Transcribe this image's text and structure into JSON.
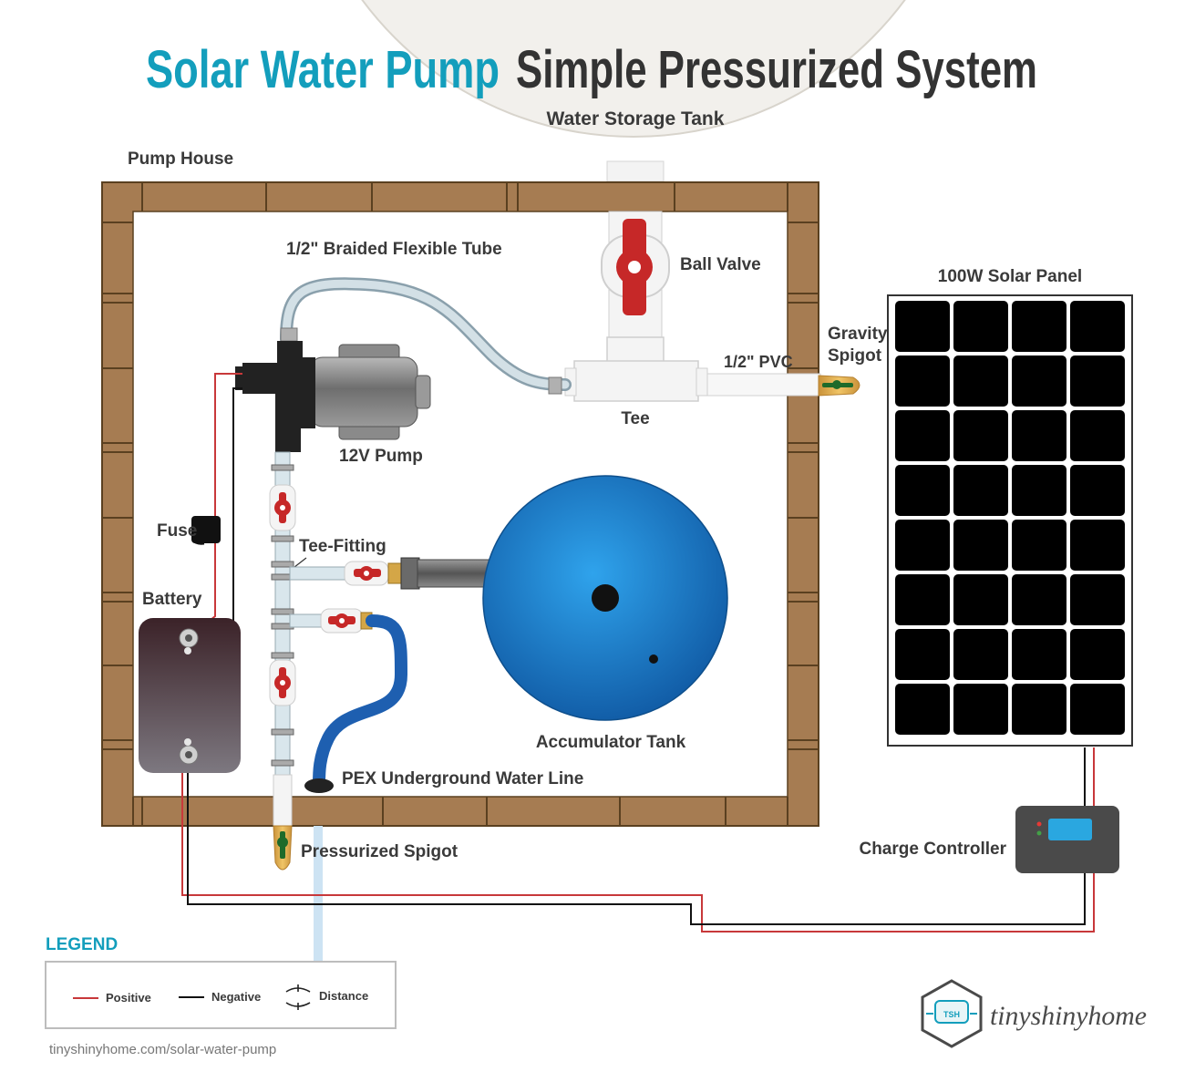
{
  "title": {
    "part1": "Solar Water Pump",
    "part2": "Simple Pressurized System",
    "color1": "#139ebc",
    "color2": "#333333"
  },
  "labels": {
    "water_storage_tank": "Water Storage Tank",
    "pump_house": "Pump House",
    "braided_tube": "1/2\" Braided Flexible Tube",
    "ball_valve": "Ball Valve",
    "solar_panel": "100W Solar Panel",
    "gravity_spigot_line1": "Gravity",
    "gravity_spigot_line2": "Spigot",
    "pvc": "1/2\" PVC",
    "tee": "Tee",
    "pump": "12V Pump",
    "fuse": "Fuse",
    "tee_fitting": "Tee-Fitting",
    "battery": "Battery",
    "accumulator_tank": "Accumulator Tank",
    "pex_line": "PEX Underground Water Line",
    "pressurized_spigot": "Pressurized Spigot",
    "charge_controller": "Charge Controller"
  },
  "legend": {
    "title": "LEGEND",
    "positive": "Positive",
    "negative": "Negative",
    "distance": "Distance",
    "positive_color": "#c8383a",
    "negative_color": "#111111"
  },
  "footer": {
    "url": "tinyshinyhome.com/solar-water-pump",
    "brand": "tinyshinyhome",
    "badge": "TSH"
  },
  "colors": {
    "wood": "#a67c52",
    "wood_dark": "#5a4020",
    "accumulator": "#1976c9",
    "valve_red": "#c62828",
    "pex_blue": "#1e5fb0",
    "brass": "#d9a94a",
    "panel_cell": "#000000",
    "controller": "#4a4a4a",
    "controller_screen": "#2aa7e0"
  },
  "icons": {
    "badge": "van-icon",
    "arrows": "arrow-icon"
  }
}
